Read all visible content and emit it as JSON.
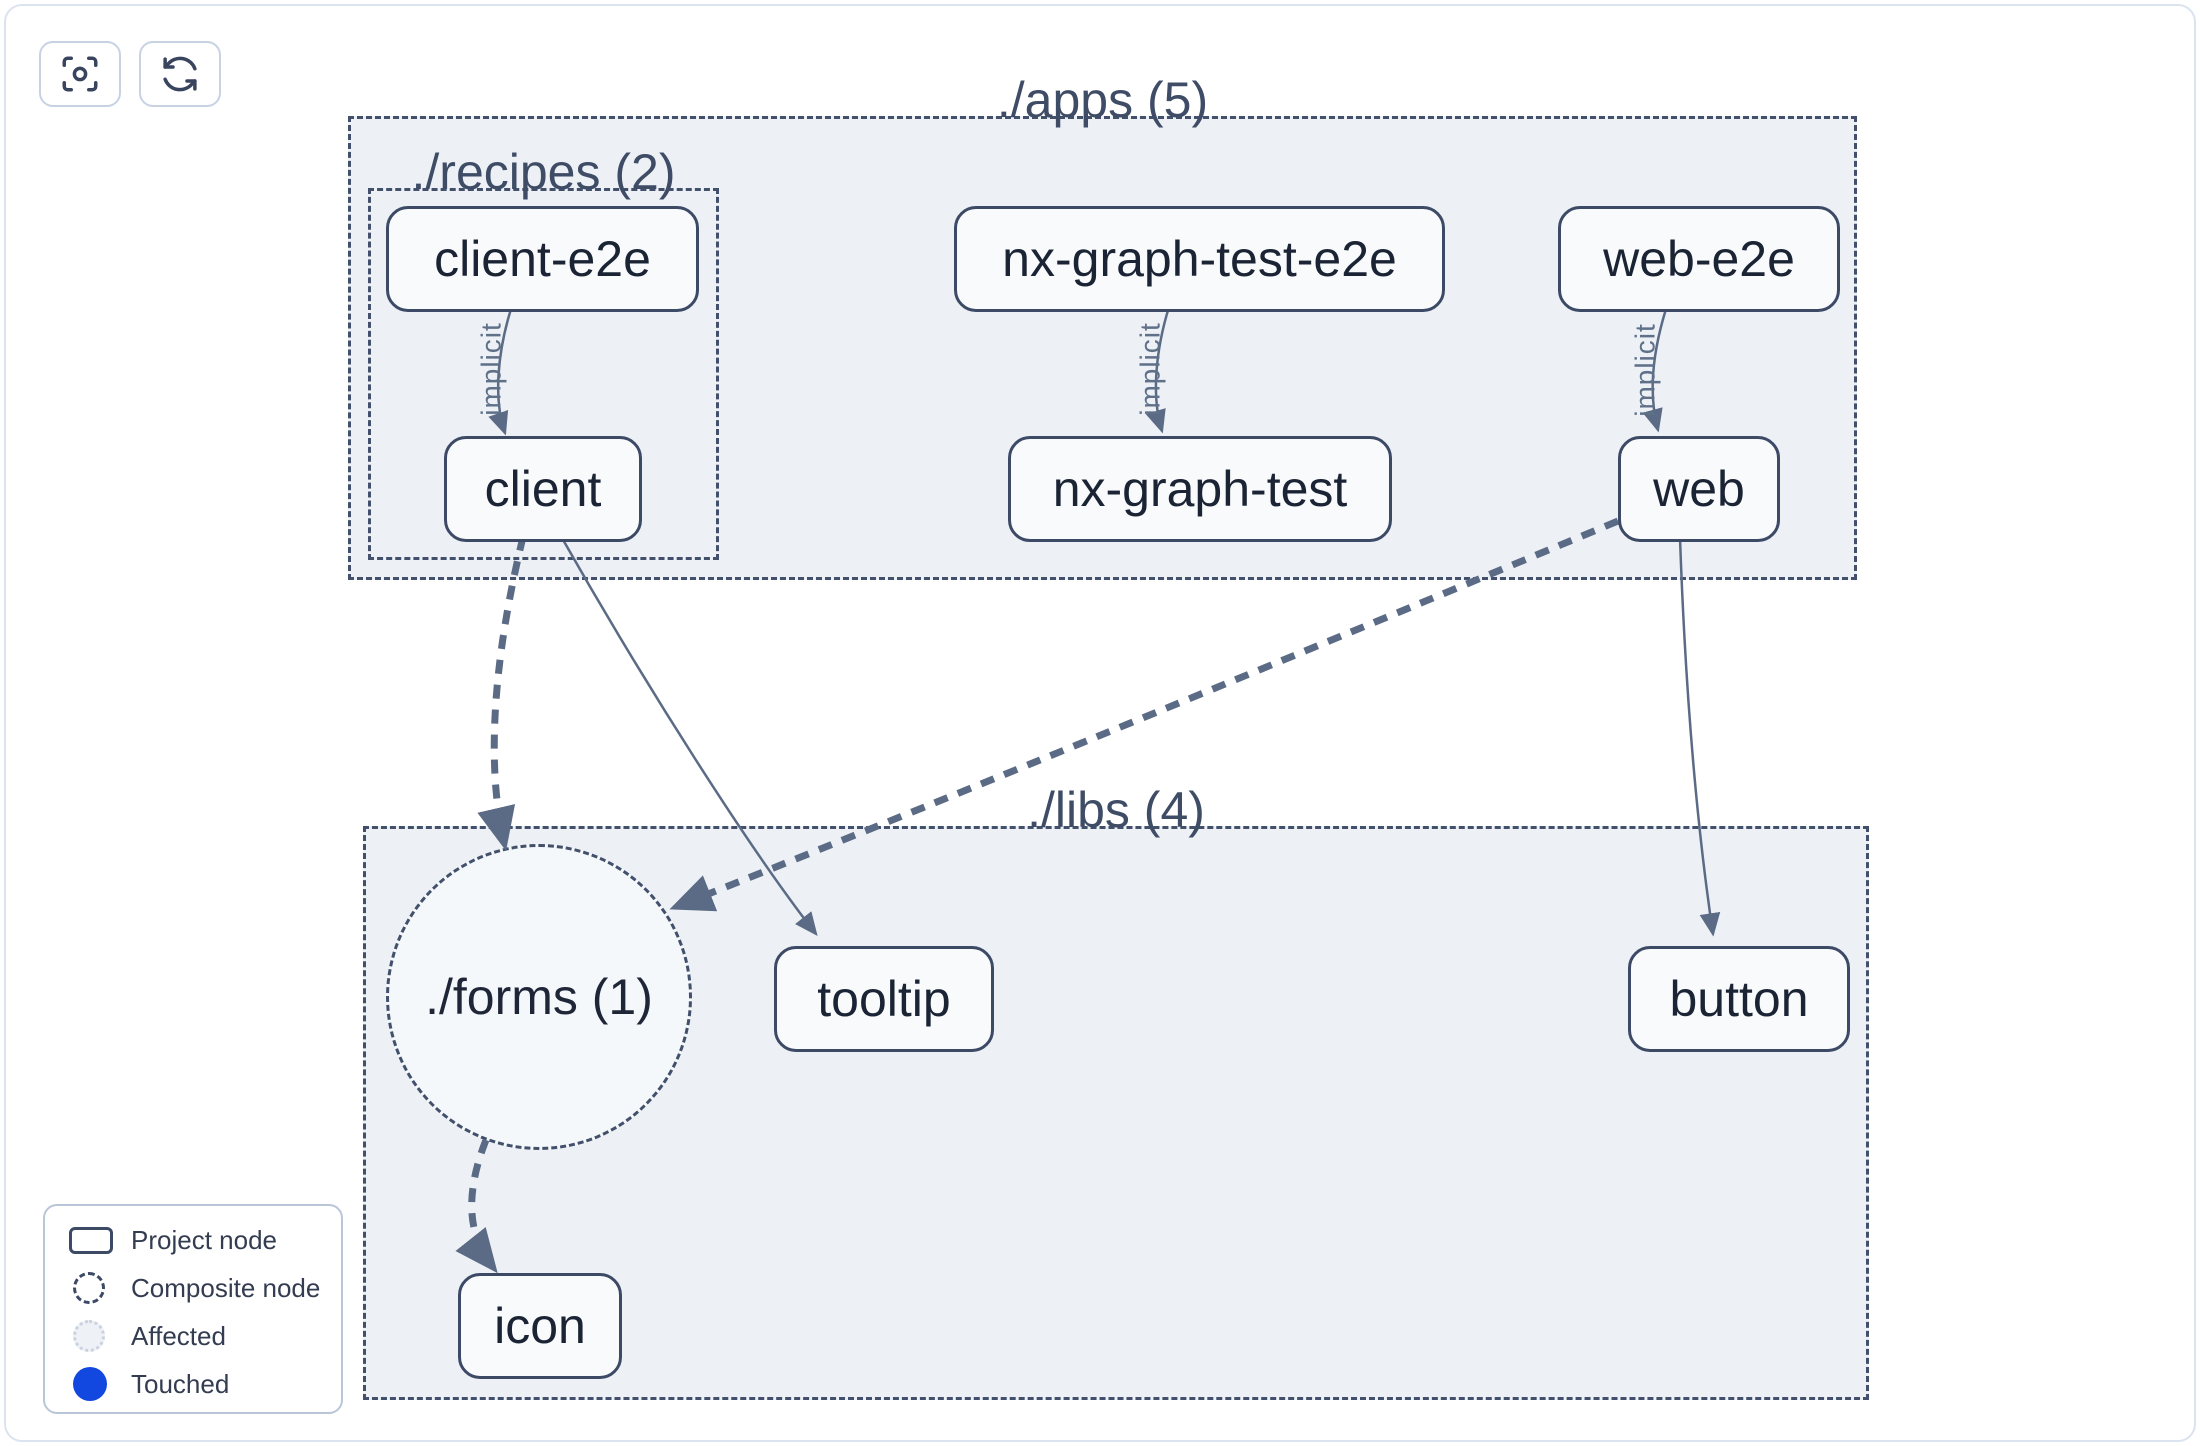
{
  "toolbar": {
    "focus_button": "focus-graph",
    "refresh_button": "refresh-graph"
  },
  "groups": {
    "apps": {
      "label": "./apps (5)"
    },
    "recipes": {
      "label": "./recipes (2)"
    },
    "libs": {
      "label": "./libs (4)"
    },
    "forms": {
      "label": "./forms (1)"
    }
  },
  "nodes": {
    "client_e2e": {
      "label": "client-e2e"
    },
    "nx_graph_test_e2e": {
      "label": "nx-graph-test-e2e"
    },
    "web_e2e": {
      "label": "web-e2e"
    },
    "client": {
      "label": "client"
    },
    "nx_graph_test": {
      "label": "nx-graph-test"
    },
    "web": {
      "label": "web"
    },
    "tooltip": {
      "label": "tooltip"
    },
    "button": {
      "label": "button"
    },
    "icon": {
      "label": "icon"
    }
  },
  "edges": {
    "implicit_label": "implicit",
    "list": [
      {
        "from": "client-e2e",
        "to": "client",
        "type": "implicit"
      },
      {
        "from": "nx-graph-test-e2e",
        "to": "nx-graph-test",
        "type": "implicit"
      },
      {
        "from": "web-e2e",
        "to": "web",
        "type": "implicit"
      },
      {
        "from": "client",
        "to": "./forms",
        "type": "dashed"
      },
      {
        "from": "web",
        "to": "./forms",
        "type": "dashed"
      },
      {
        "from": "client",
        "to": "tooltip",
        "type": "direct"
      },
      {
        "from": "web",
        "to": "button",
        "type": "direct"
      },
      {
        "from": "./forms",
        "to": "icon",
        "type": "dashed"
      }
    ]
  },
  "legend": {
    "items": [
      {
        "label": "Project node",
        "swatch": "project"
      },
      {
        "label": "Composite node",
        "swatch": "composite"
      },
      {
        "label": "Affected",
        "swatch": "affected"
      },
      {
        "label": "Touched",
        "swatch": "touched"
      }
    ]
  },
  "colors": {
    "group_fill": "#edf1f6",
    "group_border": "#42506b",
    "node_fill": "#f8fafc",
    "node_border": "#3d4a66",
    "node_text": "#1b2435",
    "edge": "#5b6b85",
    "touched_blue": "#1247e0",
    "card_border": "#dbe3ee"
  }
}
